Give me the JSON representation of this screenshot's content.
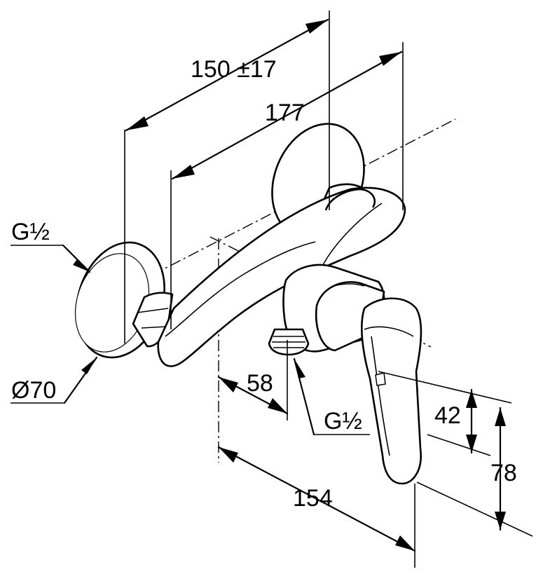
{
  "drawing": {
    "dimensions": {
      "connection_left": "G½",
      "rosette_diameter": "Ø70",
      "center_distance": "150 ±17",
      "overall_width": "177",
      "outlet_offset": "58",
      "outlet_thread": "G½",
      "projection": "154",
      "outlet_height": "42",
      "total_height": "78"
    }
  }
}
